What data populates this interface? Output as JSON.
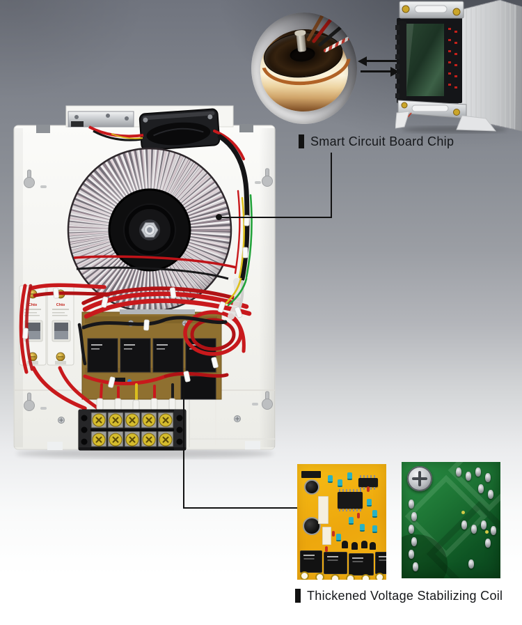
{
  "callouts": {
    "chip": {
      "label": "Smart Circuit Board Chip"
    },
    "coil": {
      "label": "Thickened Voltage Stabilizing Coil"
    }
  },
  "main_unit": {
    "breaker_brand": "Chto",
    "alt": "open voltage stabilizer chassis with toroidal transformer, cooling fan, circuit breakers, relay board and terminal block"
  },
  "insets": {
    "coil_photo_alt": "toroidal copper coil close-up",
    "transformer_photo_alt": "laminated transformer in aluminum housing",
    "yellow_pcb_photo_alt": "control circuit board close-up",
    "green_pcb_photo_alt": "PCB solder side close-up"
  },
  "colors": {
    "wire_red": "#c8191c",
    "pcb_yellow": "#f0af12",
    "pcb_green": "#1f7d36",
    "label_text": "#15171a"
  }
}
